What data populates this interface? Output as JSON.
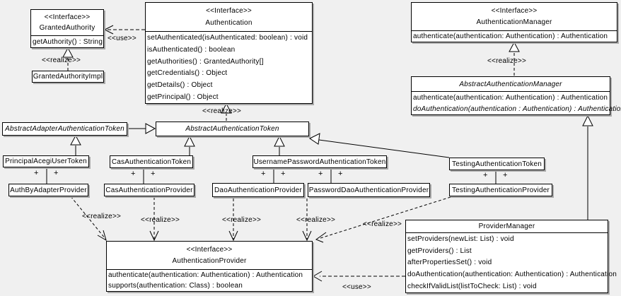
{
  "colors": {
    "background": "#f0f0f0",
    "box_fill": "#ffffff",
    "line": "#000000",
    "shadow": "#aaaaaa"
  },
  "labels": {
    "use": "<<use>>",
    "realize": "<<realize>>",
    "plus": "+"
  },
  "classes": {
    "granted_authority": {
      "stereotype": "<<Interface>>",
      "name": "GrantedAuthority",
      "methods": [
        "getAuthority() : String"
      ]
    },
    "granted_authority_impl": {
      "name": "GrantedAuthorityImpl"
    },
    "authentication": {
      "stereotype": "<<Interface>>",
      "name": "Authentication",
      "methods": [
        "setAuthenticated(isAuthenticated: boolean) : void",
        "isAuthenticated() : boolean",
        "getAuthorities() : GrantedAuthority[]",
        "getCredentials() : Object",
        "getDetails() : Object",
        "getPrincipal() : Object"
      ]
    },
    "authentication_manager": {
      "stereotype": "<<Interface>>",
      "name": "AuthenticationManager",
      "methods": [
        "authenticate(authentication: Authentication) : Authentication"
      ]
    },
    "abstract_authentication_manager": {
      "name": "AbstractAuthenticationManager",
      "methods": [
        "authenticate(authentication: Authentication) : Authentication",
        "doAuthentication(authentication : Authentication) : Authentication"
      ]
    },
    "abstract_adapter_authentication_token": {
      "name": "AbstractAdapterAuthenticationToken"
    },
    "abstract_authentication_token": {
      "name": "AbstractAuthenticationToken"
    },
    "principal_acegi_user_token": {
      "name": "PrincipalAcegiUserToken"
    },
    "cas_authentication_token": {
      "name": "CasAuthenticationToken"
    },
    "username_password_authentication_token": {
      "name": "UsernamePasswordAuthenticationToken"
    },
    "testing_authentication_token": {
      "name": "TestingAuthenticationToken"
    },
    "auth_by_adapter_provider": {
      "name": "AuthByAdapterProvider"
    },
    "cas_authentication_provider": {
      "name": "CasAuthenticationProvider"
    },
    "dao_authentication_provider": {
      "name": "DaoAuthenticationProvider"
    },
    "password_dao_authentication_provider": {
      "name": "PasswordDaoAuthenticationProvider"
    },
    "testing_authentication_provider": {
      "name": "TestingAuthenticationProvider"
    },
    "authentication_provider": {
      "stereotype": "<<Interface>>",
      "name": "AuthenticationProvider",
      "methods": [
        "authenticate(authentication: Authentication) : Authentication",
        "supports(authentication: Class) : boolean"
      ]
    },
    "provider_manager": {
      "name": "ProviderManager",
      "methods": [
        "setProviders(newList: List) : void",
        "getProviders() : List",
        "afterPropertiesSet() : void",
        "doAuthentication(authentication: Authentication) : Authentication",
        "checkIfValidList(listToCheck: List) : void"
      ]
    }
  }
}
